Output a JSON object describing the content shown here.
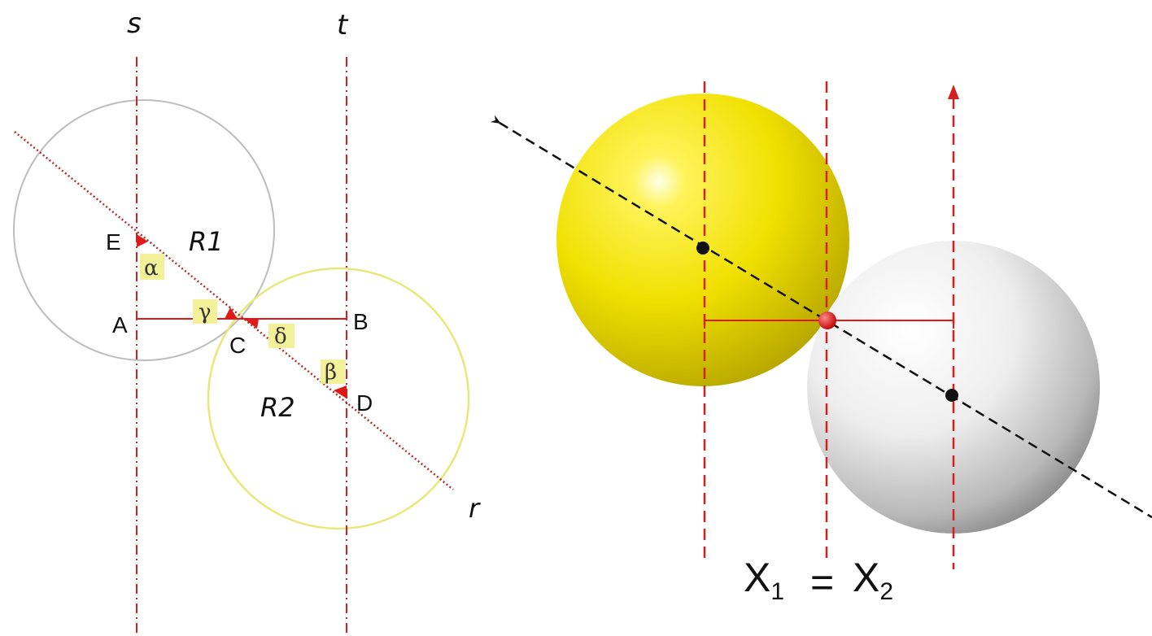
{
  "left_diagram": {
    "line_labels": {
      "s": "s",
      "t": "t",
      "r": "r"
    },
    "point_labels": {
      "A": "A",
      "B": "B",
      "C": "C",
      "D": "D",
      "E": "E"
    },
    "region_labels": {
      "R1": "R1",
      "R2": "R2"
    },
    "angle_labels": {
      "alpha": "α",
      "beta": "β",
      "gamma": "γ",
      "delta": "δ"
    }
  },
  "right_diagram": {
    "equation": {
      "left": "X",
      "left_sub": "1",
      "op": "=",
      "right": "X",
      "right_sub": "2"
    }
  },
  "colors": {
    "axis_red": "#d42020",
    "segment_red": "#e01818",
    "circle_gray": "#bdbdbd",
    "circle_yellow": "#e8e87a",
    "highlight": "#f3f09a",
    "yellow_sphere": "#f2e600",
    "white_sphere": "#e6e6e6",
    "contact_point": "#e00000"
  }
}
